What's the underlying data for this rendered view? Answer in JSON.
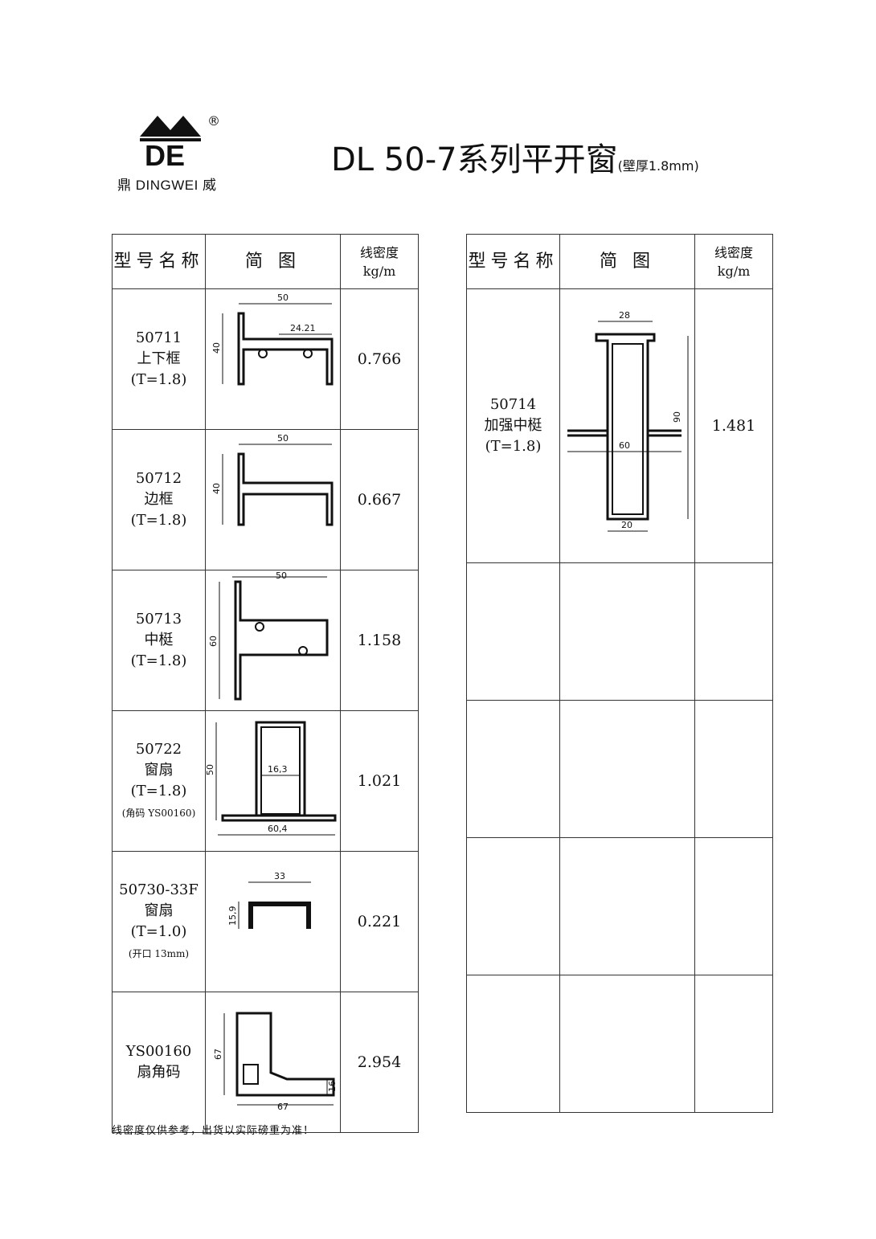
{
  "logo": {
    "brand": "鼎 DINGWEI 威",
    "registered": "®",
    "letters": "DE"
  },
  "title": {
    "main": "DL 50-7系列平开窗",
    "sub": "(壁厚1.8mm)"
  },
  "headers": {
    "model": "型号名称",
    "diagram": "简 图",
    "density": "线密度",
    "density_unit": "kg/m"
  },
  "left_rows": [
    {
      "code": "50711",
      "name": "上下框",
      "thickness": "(T=1.8)",
      "note": "",
      "density": "0.766",
      "dims": [
        "50",
        "24.21",
        "40"
      ]
    },
    {
      "code": "50712",
      "name": "边框",
      "thickness": "(T=1.8)",
      "note": "",
      "density": "0.667",
      "dims": [
        "50",
        "40"
      ]
    },
    {
      "code": "50713",
      "name": "中梃",
      "thickness": "(T=1.8)",
      "note": "",
      "density": "1.158",
      "dims": [
        "50",
        "60"
      ]
    },
    {
      "code": "50722",
      "name": "窗扇",
      "thickness": "(T=1.8)",
      "note": "(角码 YS00160)",
      "density": "1.021",
      "dims": [
        "50",
        "16,3",
        "60,4"
      ]
    },
    {
      "code": "50730-33F",
      "name": "窗扇",
      "thickness": "(T=1.0)",
      "note": "(开口 13mm)",
      "density": "0.221",
      "dims": [
        "33",
        "15,9"
      ]
    },
    {
      "code": "YS00160",
      "name": "扇角码",
      "thickness": "",
      "note": "",
      "density": "2.954",
      "dims": [
        "67",
        "67",
        "16"
      ]
    }
  ],
  "right_rows": [
    {
      "code": "50714",
      "name": "加强中梃",
      "thickness": "(T=1.8)",
      "density": "1.481",
      "dims": [
        "28",
        "90",
        "60",
        "20"
      ]
    }
  ],
  "footer": "线密度仅供参考，出货以实际磅重为准！"
}
